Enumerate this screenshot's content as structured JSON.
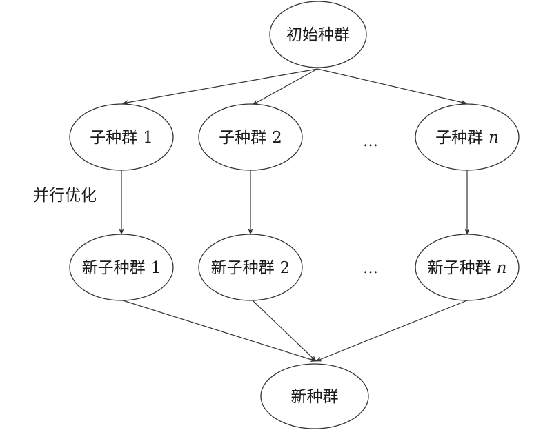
{
  "nodes": {
    "initial_population": "初始种群",
    "sub1_prefix": "子种群",
    "sub1_suffix": "1",
    "sub2_prefix": "子种群",
    "sub2_suffix": "2",
    "subn_prefix": "子种群",
    "subn_suffix": "n",
    "newsub1_prefix": "新子种群",
    "newsub1_suffix": "1",
    "newsub2_prefix": "新子种群",
    "newsub2_suffix": "2",
    "newsubn_prefix": "新子种群",
    "newsubn_suffix": "n",
    "new_population": "新种群"
  },
  "ellipsis": {
    "row1": "…",
    "row2": "…"
  },
  "edge_labels": {
    "parallel_optimization": "并行优化"
  },
  "colors": {
    "stroke": "#333333",
    "text": "#1a1a1a",
    "background": "#ffffff"
  }
}
